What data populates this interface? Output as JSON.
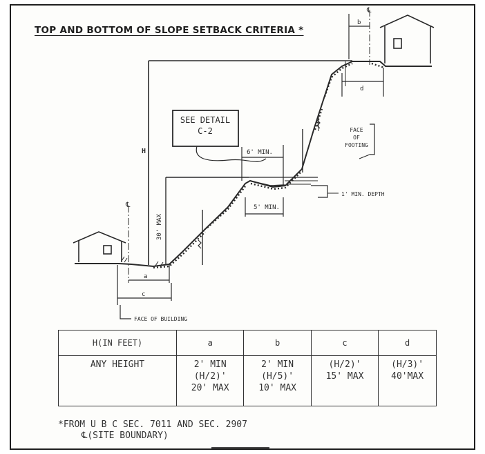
{
  "title": "TOP AND BOTTOM OF SLOPE SETBACK CRITERIA *",
  "labels": {
    "see_detail_1": "SEE DETAIL",
    "see_detail_2": "C-2",
    "h": "H",
    "thirty_max": "30' MAX",
    "six_min": "6' MIN.",
    "five_min": "5' MIN.",
    "one_min_depth": "1' MIN. DEPTH",
    "face_of_footing_1": "FACE",
    "face_of_footing_2": "OF",
    "face_of_footing_3": "FOOTING",
    "face_of_building": "FACE OF BUILDING",
    "centerline": "℄",
    "a": "a",
    "b": "b",
    "c": "c",
    "d": "d"
  },
  "table": {
    "headers": [
      "H(IN FEET)",
      "a",
      "b",
      "c",
      "d"
    ],
    "row_label": "ANY HEIGHT",
    "cells": [
      [
        "2' MIN",
        "(H/2)'",
        "20' MAX"
      ],
      [
        "2' MIN",
        "(H/5)'",
        "10' MAX"
      ],
      [
        "(H/2)'",
        "15' MAX"
      ],
      [
        "(H/3)'",
        "40'MAX"
      ]
    ]
  },
  "footnote": {
    "line1": "*FROM U B C SEC. 7011 AND SEC. 2907",
    "line2": "℄(SITE BOUNDARY)"
  }
}
